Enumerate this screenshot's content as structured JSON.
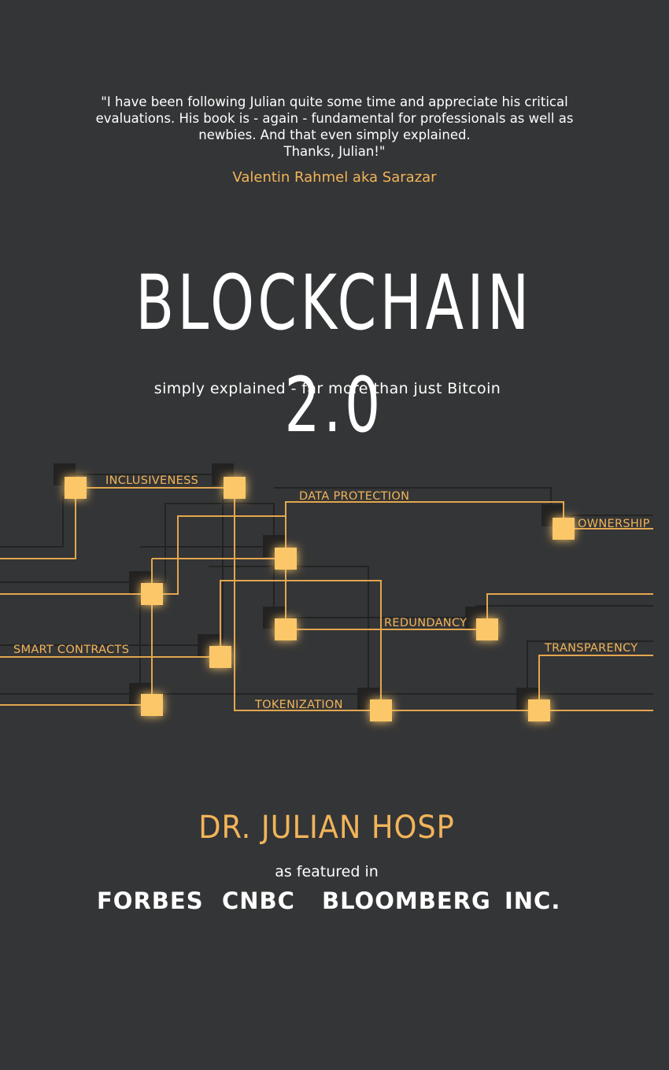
{
  "cover": {
    "quote": "\"I have been following Julian quite some time and appreciate his critical evaluations. His book is - again - fundamental for professionals as well as newbies. And that even simply explained. Thanks, Julian!\"",
    "quote_lines": [
      "\"I have been following Julian quite some time and appreciate his critical",
      "evaluations. His book is - again - fundamental for professionals as well as",
      "newbies. And that even simply explained.",
      "Thanks, Julian!\""
    ],
    "quote_author": "Valentin Rahmel aka Sarazar",
    "title": "BLOCKCHAIN 2.0",
    "subtitle": "simply explained - far more than just Bitcoin",
    "author": "DR. JULIAN HOSP",
    "featured_label": "as featured in",
    "media": [
      "FORBES",
      "CNBC",
      "BLOOMBERG",
      "INC."
    ]
  },
  "network": {
    "labels": {
      "inclusiveness": "INCLUSIVENESS",
      "data_protection": "DATA PROTECTION",
      "ownership": "OWNERSHIP",
      "redundancy": "REDUNDANCY",
      "smart_contracts": "SMART CONTRACTS",
      "transparency": "TRANSPARENCY",
      "tokenization": "TOKENIZATION"
    }
  },
  "colors": {
    "background": "#343536",
    "accent": "#f2b45a",
    "node": "#fcc768",
    "text": "#ffffff",
    "shadow_line": "#232323"
  }
}
